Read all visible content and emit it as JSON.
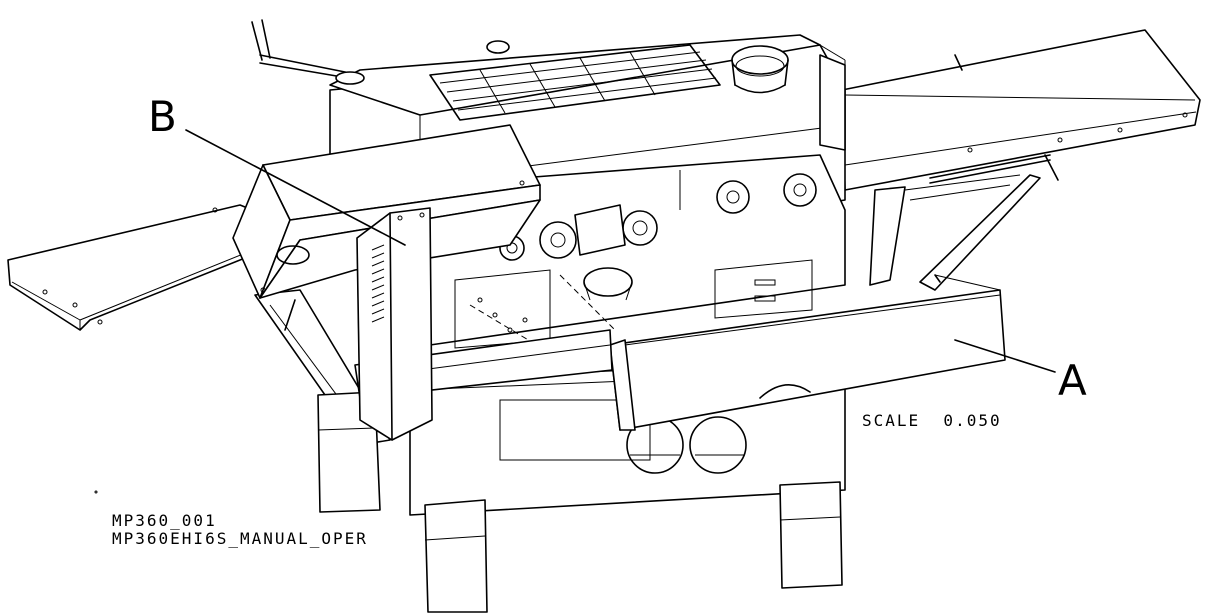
{
  "callouts": {
    "a": "A",
    "b": "B"
  },
  "scale_label": "SCALE  0.050",
  "drawing_id": {
    "line1": "MP360_001",
    "line2": "MP360EHI6S_MANUAL_OPER"
  },
  "colors": {
    "ink": "#000000",
    "paper": "#ffffff"
  }
}
